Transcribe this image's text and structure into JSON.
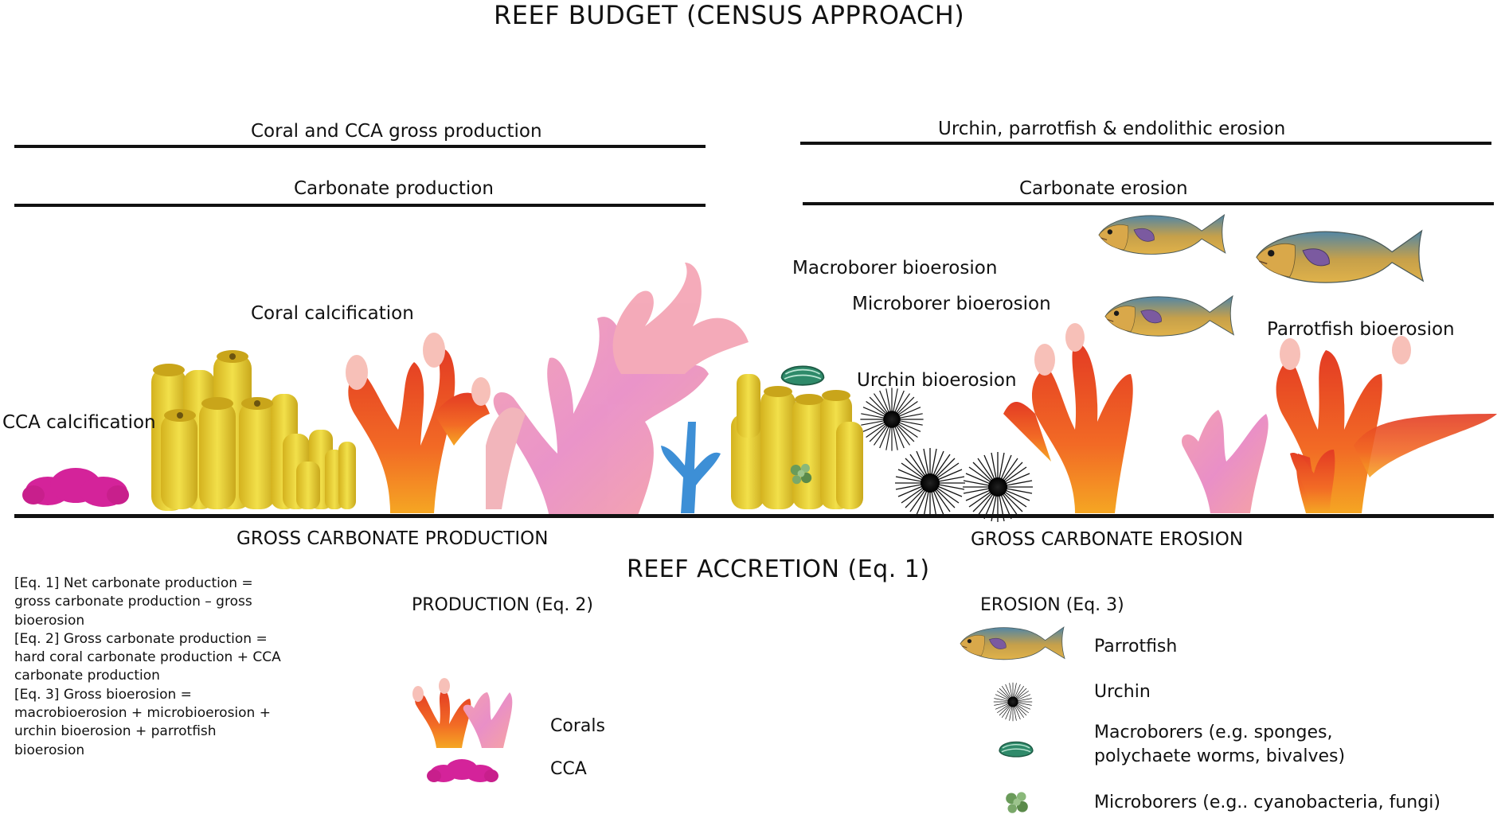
{
  "title": "REEF BUDGET (CENSUS APPROACH)",
  "top_left": {
    "gross": "Coral and CCA gross production",
    "carbonate": "Carbonate production"
  },
  "top_right": {
    "gross": "Urchin, parrotfish & endolithic erosion",
    "carbonate": "Carbonate erosion"
  },
  "labels": {
    "coral_calcification": "Coral calcification",
    "cca_calcification": "CCA calcification",
    "macroborer": "Macroborer bioerosion",
    "microborer": "Microborer bioerosion",
    "urchin": "Urchin bioerosion",
    "parrotfish": "Parrotfish bioerosion"
  },
  "bottom": {
    "gross_production": "GROSS CARBONATE PRODUCTION",
    "gross_erosion": "GROSS CARBONATE EROSION",
    "accretion": "REEF ACCRETION (Eq. 1)"
  },
  "equations": [
    "[Eq. 1]          Net carbonate production = gross carbonate production – gross bioerosion",
    "[Eq. 2]          Gross carbonate production = hard coral carbonate production + CCA carbonate production",
    "[Eq. 3]          Gross bioerosion = macrobioerosion + microbioerosion + urchin bioerosion + parrotfish bioerosion"
  ],
  "production_legend": {
    "heading": "PRODUCTION  (Eq. 2)",
    "corals": "Corals",
    "cca": "CCA"
  },
  "erosion_legend": {
    "heading": "EROSION (Eq. 3)",
    "parrotfish": "Parrotfish",
    "urchin": "Urchin",
    "macroborers_1": "Macroborers (e.g. sponges,",
    "macroborers_2": "polychaete worms, bivalves)",
    "microborers": "Microborers (e.g.. cyanobacteria, fungi)"
  },
  "colors": {
    "cca": "#d4239a",
    "coral_orange": "#ef5a22",
    "coral_yellow": "#e8d02a",
    "coral_pink": "#f09aa8",
    "coral_blue": "#3d8fd6",
    "parrotfish_body": "#d9a33a",
    "parrotfish_scales": "#5b8fa8",
    "macroborer": "#2f8a6a",
    "microborer": "#6a9b5a",
    "line": "#111111"
  },
  "icons": [
    "cca-blob-icon",
    "yellow-coral-icon",
    "branching-coral-icon",
    "pink-coral-icon",
    "blue-coral-icon",
    "urchin-icon",
    "parrotfish-icon",
    "macroborer-shell-icon",
    "microborer-cluster-icon"
  ]
}
